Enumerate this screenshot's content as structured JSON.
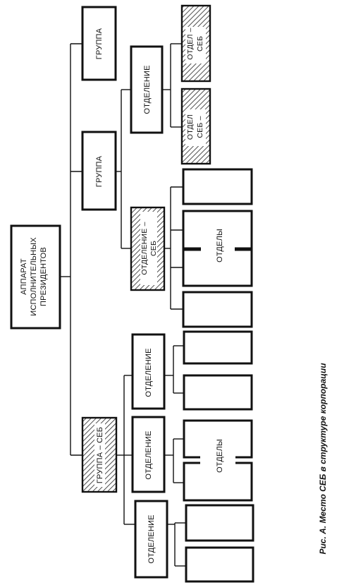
{
  "diagram": {
    "root": "АППАРАТ ИСПОЛНИТЕЛЬНЫХ ПРЕЗИДЕНТОВ",
    "group_top": "ГРУППА",
    "group_mid": "ГРУППА",
    "group_seb": "ГРУППА – СЕБ",
    "dept_upper": "ОТДЕЛЕНИЕ",
    "dept_seb": "ОТДЕЛЕНИЕ – СЕБ",
    "dept_a": "ОТДЕЛЕНИЕ",
    "dept_b": "ОТДЕЛЕНИЕ",
    "dept_c": "ОТДЕЛЕНИЕ",
    "unit_seb_1": "ОТДЕЛ – СЕБ",
    "unit_seb_2": "ОТДЕЛ – СЕБ",
    "units_label_1": "ОТДЕЛЫ",
    "units_label_2": "ОТДЕЛЫ"
  },
  "caption": "Рис. А. Место СЕБ в структуре корпорации"
}
